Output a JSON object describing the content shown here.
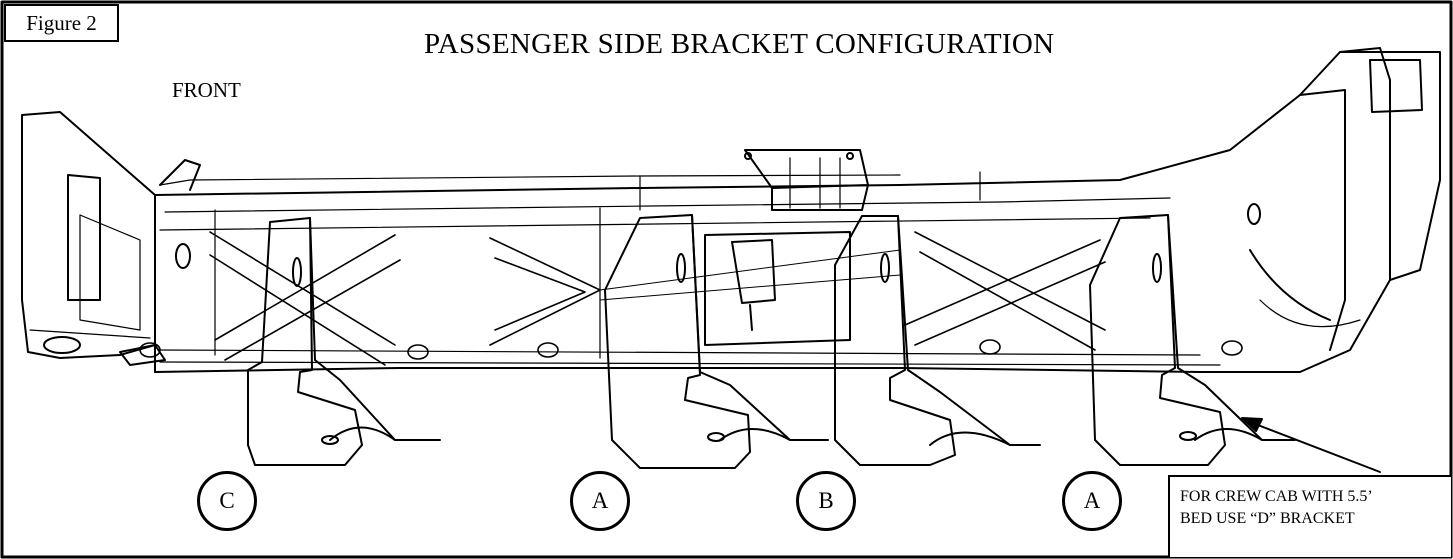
{
  "figure_label": "Figure 2",
  "title": "PASSENGER SIDE BRACKET CONFIGURATION",
  "front_label": "FRONT",
  "callouts": [
    "C",
    "A",
    "B",
    "A"
  ],
  "note": {
    "line1": "FOR CREW CAB WITH 5.5’",
    "line2": "BED USE “D” BRACKET"
  },
  "colors": {
    "ink": "#000000",
    "paper": "#ffffff"
  }
}
